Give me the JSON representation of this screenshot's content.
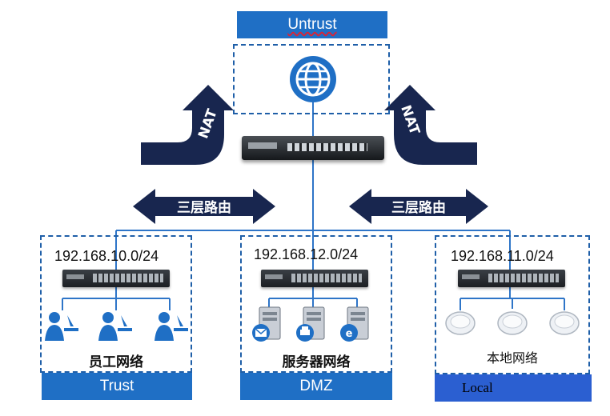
{
  "zones": {
    "untrust": {
      "label": "Untrust"
    },
    "trust": {
      "label": "Trust",
      "subnet": "192.168.10.0/24",
      "name": "员工网络"
    },
    "dmz": {
      "label": "DMZ",
      "subnet": "192.168.12.0/24",
      "name": "服务器网络"
    },
    "local": {
      "label": "Local",
      "subnet": "192.168.11.0/24",
      "name": "本地网络"
    }
  },
  "arrows": {
    "nat_left": "NAT",
    "nat_right": "NAT",
    "routing_left": "三层路由",
    "routing_right": "三层路由"
  },
  "colors": {
    "accent_blue": "#1f6fc5",
    "local_blue": "#2b5fd1",
    "arrow_navy": "#18264f",
    "dashed_border": "#1f5fa8"
  }
}
